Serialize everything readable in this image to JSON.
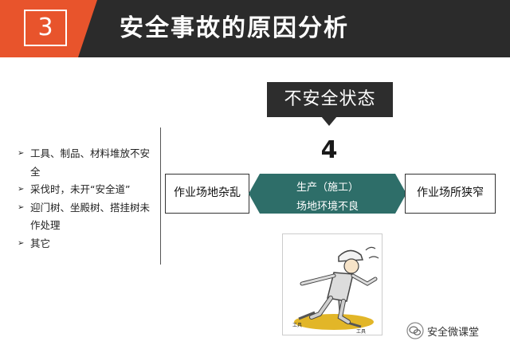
{
  "header": {
    "number": "3",
    "title": "安全事故的原因分析",
    "colors": {
      "band": "#2b2b2b",
      "accent": "#e8542c"
    }
  },
  "left_list": {
    "items": [
      "工具、制品、材料堆放不安全",
      "采伐时，未开“安全道”",
      "迎门树、坐殿树、搭挂树未作处理",
      "其它"
    ]
  },
  "state_box": {
    "label": "不安全状态"
  },
  "cause_number": "4",
  "flow": {
    "left_label": "作业场地杂乱",
    "center_line1": "生产（施工）",
    "center_line2": "场地环境不良",
    "right_label": "作业场所狭窄",
    "center_color": "#2e6e69"
  },
  "illustration": {
    "icon": "worker-slipping-icon",
    "tool_labels": [
      "工具",
      "工具"
    ]
  },
  "watermark": {
    "text": "安全微课堂",
    "icon": "wechat-channel-icon"
  }
}
